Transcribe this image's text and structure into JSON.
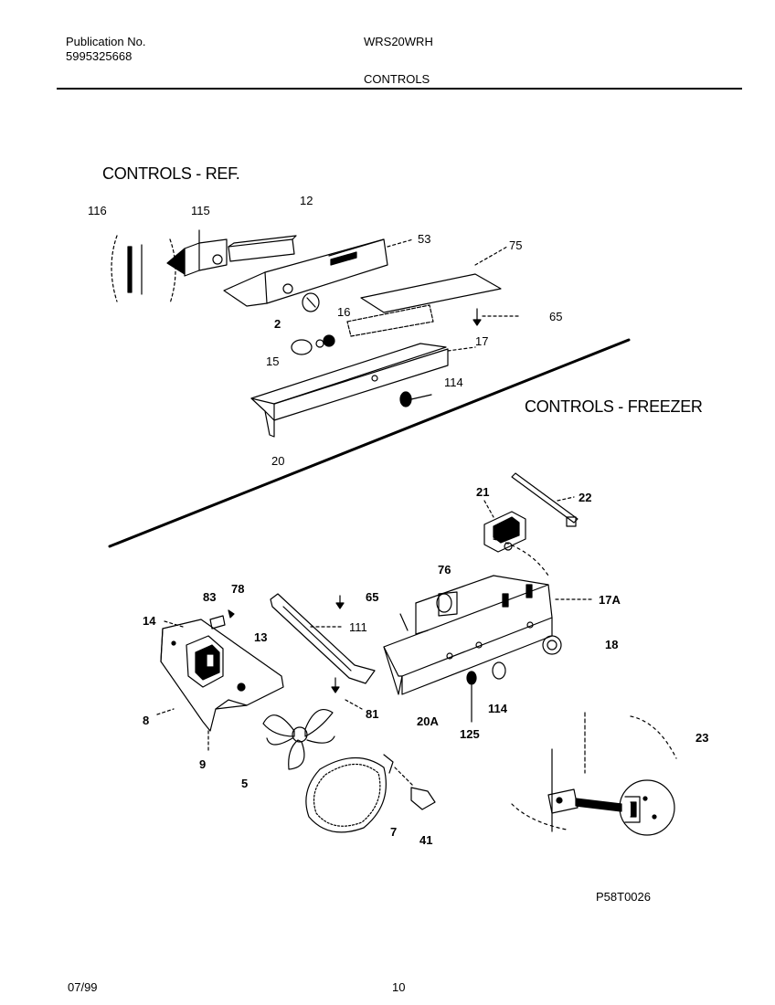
{
  "header": {
    "publication_label": "Publication No.",
    "publication_number": "5995325668",
    "model": "WRS20WRH",
    "section": "CONTROLS"
  },
  "sections": {
    "ref": "CONTROLS - REF.",
    "freezer": "CONTROLS - FREEZER"
  },
  "callouts": {
    "c116": "116",
    "c115": "115",
    "c12": "12",
    "c53": "53",
    "c75": "75",
    "c2": "2",
    "c16": "16",
    "c65a": "65",
    "c15": "15",
    "c17": "17",
    "c114a": "114",
    "c20": "20",
    "c21": "21",
    "c22": "22",
    "c76": "76",
    "c83": "83",
    "c78": "78",
    "c65b": "65",
    "c17a": "17A",
    "c14": "14",
    "c13": "13",
    "c111": "111",
    "c18": "18",
    "c8": "8",
    "c81": "81",
    "c20a": "20A",
    "c114b": "114",
    "c125": "125",
    "c23": "23",
    "c9": "9",
    "c5": "5",
    "c7": "7",
    "c41": "41"
  },
  "figure_id": "P58T0026",
  "footer": {
    "date": "07/99",
    "page": "10"
  }
}
